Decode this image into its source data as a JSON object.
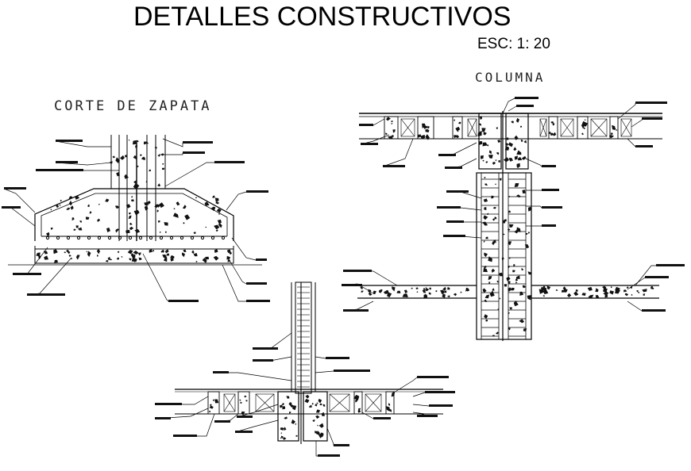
{
  "sheet": {
    "title": "DETALLES CONSTRUCTIVOS",
    "scale": "ESC: 1: 20",
    "details": {
      "columna": "COLUMNA",
      "zapata": "CORTE DE ZAPATA"
    }
  },
  "colors": {
    "ink": "#000000",
    "hatch": "#222222"
  }
}
